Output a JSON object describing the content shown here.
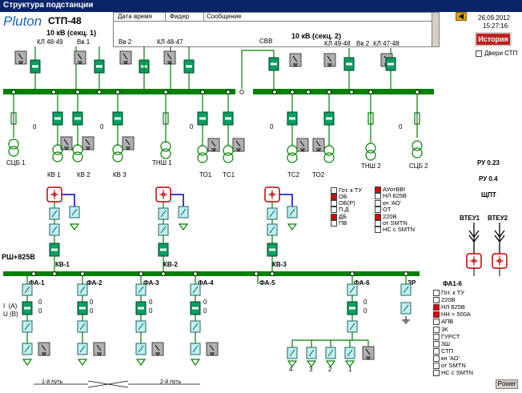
{
  "window": {
    "title": "Структура подстанции"
  },
  "logo": "Pluton",
  "station": "СТП-48",
  "events": {
    "columns": [
      "Дата время",
      "Фидер",
      "Сообщение"
    ]
  },
  "clock": {
    "date": "26.09.2012",
    "time": "15:27:16"
  },
  "history_button": "История",
  "doors": "Двери СТП",
  "section1": "10 кВ (секц. 1)",
  "section2": "10 кВ (секц. 2)",
  "feeders_top": [
    "КЛ 48-49",
    "Вв 1",
    "Вв 2",
    "КЛ 48-47",
    "СВВ",
    "КЛ 49-48",
    "Вв 2",
    "КЛ 47-48"
  ],
  "outgoing": [
    "СЦБ 1",
    "КВ 1",
    "КВ 2",
    "КВ 3",
    "ТНШ 1",
    "ТО1",
    "ТС1",
    "ТС2",
    "ТО2",
    "ТНШ 2",
    "СЦБ 2"
  ],
  "zero": "0",
  "ru023": "РУ 0.23",
  "ru04": "РУ 0.4",
  "shpt": "ЩПТ",
  "vteu1": "ВТЕУ1",
  "vteu2": "ВТЕУ2",
  "rsh_label": "РШ+825В",
  "kv_labels": [
    "КВ-1",
    "КВ-2",
    "КВ-3"
  ],
  "fa_labels": [
    "ФА-1",
    "ФА-2",
    "ФА-3",
    "ФА-4",
    "ФА-5",
    "ФА-6",
    "ЗР"
  ],
  "iu_label": "I  (A)\nU (B)",
  "fa_zero_a": "0",
  "fa_zero_b": "0",
  "track_nums": [
    "4",
    "3",
    "2",
    "1"
  ],
  "path1": "1-й путь",
  "path2": "2-й путь",
  "kv_legend_left": [
    {
      "label": "Гот. к ТУ",
      "on": false
    },
    {
      "label": "ОБ",
      "on": true
    },
    {
      "label": "ОБ(Р)",
      "on": false
    },
    {
      "label": "П.Д",
      "on": false
    },
    {
      "label": "ДБ",
      "on": true
    },
    {
      "label": "ПВ",
      "on": false
    }
  ],
  "kv_legend_right": [
    {
      "label": "АУотВВ!",
      "on": true
    },
    {
      "label": "НЛ 825В",
      "on": false
    },
    {
      "label": "кн 'АО'",
      "on": false
    },
    {
      "label": "ОТ",
      "on": false
    },
    {
      "label": "220В",
      "on": true
    },
    {
      "label": "от SMTN",
      "on": false
    },
    {
      "label": "НС с SMTN",
      "on": false
    }
  ],
  "fa_legend": {
    "title": "ФА1-6",
    "items": [
      {
        "label": "Гот. к ТУ",
        "on": false
      },
      {
        "label": "220В",
        "on": false
      },
      {
        "label": "НЛ 825В",
        "on": true
      },
      {
        "label": "НН > 500А",
        "on": true
      },
      {
        "label": "АПВ",
        "on": false
      },
      {
        "label": "3К",
        "on": false
      },
      {
        "label": "ГУРСТ",
        "on": false
      },
      {
        "label": "3Ш",
        "on": false
      },
      {
        "label": "СТП",
        "on": false
      },
      {
        "label": "кн 'АО'",
        "on": false
      },
      {
        "label": "от SMTN",
        "on": false
      },
      {
        "label": "НС с SMTN",
        "on": false
      }
    ]
  },
  "power_button": "Power",
  "colors": {
    "bus": "#008000",
    "feeder": "#008000",
    "breaker_fill": "#00a060",
    "bg": "#ffffff",
    "title_bg": "#0a246a",
    "alarm": "#e00000",
    "cyan_box": "#c0f0f0",
    "blue_link": "#0000cc"
  }
}
